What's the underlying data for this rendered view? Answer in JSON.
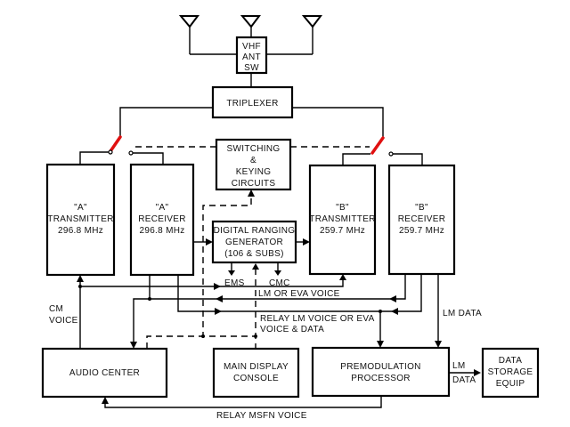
{
  "diagram": {
    "title": "VHF communications block diagram",
    "blocks": {
      "vhf_ant_sw": [
        "VHF",
        "ANT",
        "SW"
      ],
      "triplexer": [
        "TRIPLEXER"
      ],
      "switching": [
        "SWITCHING",
        "&",
        "KEYING",
        "CIRCUITS"
      ],
      "a_transmitter": [
        "\"A\"",
        "TRANSMITTER",
        "296.8 MHz"
      ],
      "a_receiver": [
        "\"A\"",
        "RECEIVER",
        "296.8 MHz"
      ],
      "drg": [
        "DIGITAL RANGING",
        "GENERATOR",
        "(106 & SUBS)"
      ],
      "b_transmitter": [
        "\"B\"",
        "TRANSMITTER",
        "259.7 MHz"
      ],
      "b_receiver": [
        "\"B\"",
        "RECEIVER",
        "259.7 MHz"
      ],
      "audio_center": [
        "AUDIO CENTER"
      ],
      "main_display": [
        "MAIN DISPLAY",
        "CONSOLE"
      ],
      "premod": [
        "PREMODULATION",
        "PROCESSOR"
      ],
      "data_storage": [
        "DATA",
        "STORAGE",
        "EQUIP"
      ]
    },
    "signal_labels": {
      "ems": "EMS",
      "cmc": "CMC",
      "lm_eva_voice": "LM OR EVA VOICE",
      "relay_lm_1": "RELAY LM VOICE OR EVA",
      "relay_lm_2": "VOICE & DATA",
      "cm_voice_1": "CM",
      "cm_voice_2": "VOICE",
      "lm_data": "LM DATA",
      "lm_data_out_1": "LM",
      "lm_data_out_2": "DATA",
      "relay_msfn": "RELAY MSFN VOICE"
    },
    "colors": {
      "line": "#000000",
      "switch_arm": "#e01010",
      "background": "#ffffff"
    }
  }
}
